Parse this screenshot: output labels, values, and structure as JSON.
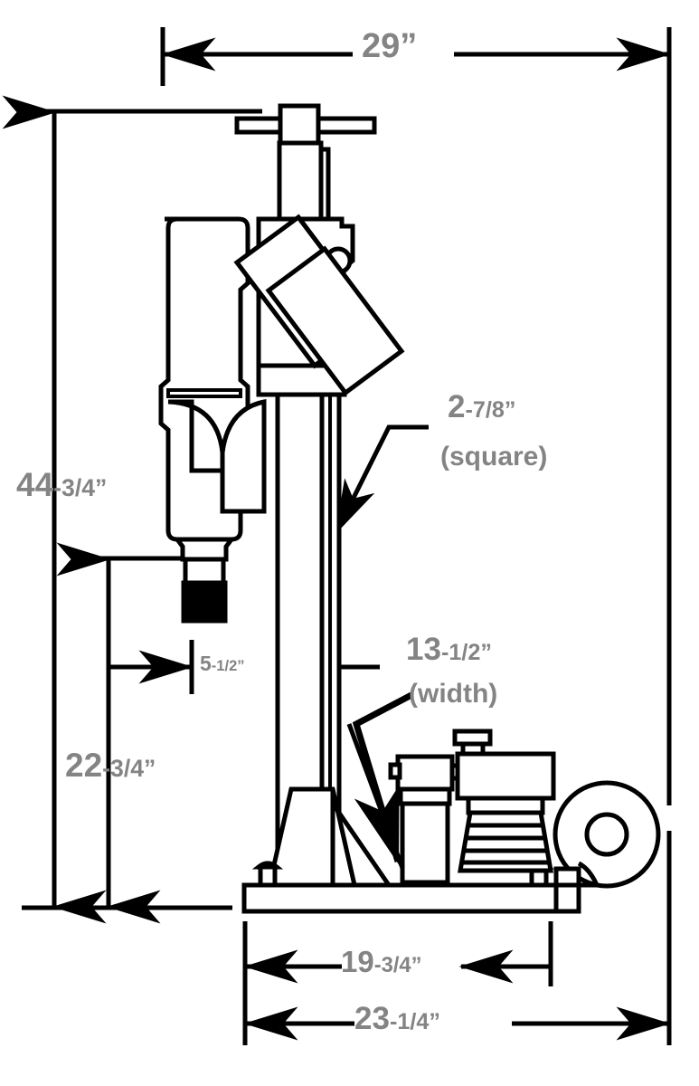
{
  "drawing": {
    "title": "Drill press machine dimensioned side elevation",
    "units": "inches",
    "line_color": "#000000",
    "text_color": "#848484",
    "background": "#ffffff"
  },
  "dimensions": {
    "overall_height_top": {
      "name": "29-inch-horizontal-top",
      "whole": "29",
      "fraction": "”",
      "full": "29”",
      "orientation": "horizontal",
      "position": "top"
    },
    "total_height": {
      "name": "44-3-4-inch-vertical",
      "whole": "44",
      "fraction": "-3/4”",
      "full": "44-3/4”",
      "orientation": "vertical",
      "position": "left-outer"
    },
    "lower_height": {
      "name": "22-3-4-inch-vertical",
      "whole": "22",
      "fraction": "-3/4”",
      "full": "22-3/4”",
      "orientation": "vertical",
      "position": "left-inner"
    },
    "spindle_offset": {
      "name": "5-1-2-inch-horizontal",
      "whole": "5",
      "fraction": "-1/2”",
      "full": "5-1/2”",
      "orientation": "horizontal",
      "position": "middle"
    },
    "column_square": {
      "name": "2-7-8-inch-callout",
      "whole": "2",
      "fraction": "-7/8”",
      "full": "2-7/8”",
      "note": "(square)",
      "orientation": "leader",
      "position": "right-upper"
    },
    "base_width": {
      "name": "13-1-2-inch-callout",
      "whole": "13",
      "fraction": "-1/2”",
      "full": "13-1/2”",
      "note": "(width)",
      "orientation": "leader",
      "position": "right-lower"
    },
    "base_length_inner": {
      "name": "19-3-4-inch-horizontal",
      "whole": "19",
      "fraction": "-3/4”",
      "full": "19-3/4”",
      "orientation": "horizontal",
      "position": "bottom-upper"
    },
    "base_length_outer": {
      "name": "23-1-4-inch-horizontal",
      "whole": "23",
      "fraction": "-1/4”",
      "full": "23-1/4”",
      "orientation": "horizontal",
      "position": "bottom-lower"
    }
  }
}
